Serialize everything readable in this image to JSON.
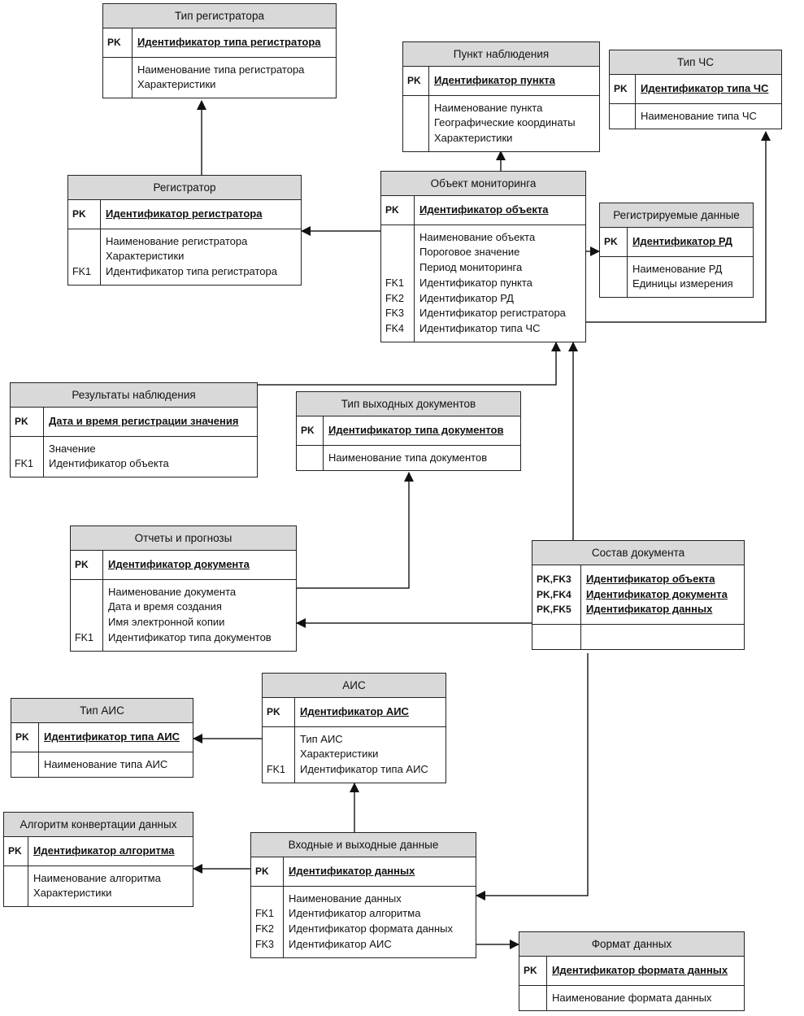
{
  "entities": {
    "tip_registratora": {
      "title": "Тип регистратора",
      "keys": [
        {
          "label": "PK",
          "name": "Идентификатор типа регистратора"
        }
      ],
      "attrs": [
        {
          "fk": "",
          "name": "Наименование типа регистратора"
        },
        {
          "fk": "",
          "name": "Характеристики"
        }
      ]
    },
    "punkt_nablyudeniya": {
      "title": "Пункт наблюдения",
      "keys": [
        {
          "label": "PK",
          "name": "Идентификатор пункта"
        }
      ],
      "attrs": [
        {
          "fk": "",
          "name": "Наименование пункта"
        },
        {
          "fk": "",
          "name": "Географические координаты"
        },
        {
          "fk": "",
          "name": "Характеристики"
        }
      ]
    },
    "tip_chs": {
      "title": "Тип ЧС",
      "keys": [
        {
          "label": "PK",
          "name": "Идентификатор типа ЧС"
        }
      ],
      "attrs": [
        {
          "fk": "",
          "name": "Наименование типа ЧС"
        }
      ]
    },
    "registrator": {
      "title": "Регистратор",
      "keys": [
        {
          "label": "PK",
          "name": "Идентификатор регистратора"
        }
      ],
      "attrs": [
        {
          "fk": "",
          "name": "Наименование регистратора"
        },
        {
          "fk": "",
          "name": "Характеристики"
        },
        {
          "fk": "FK1",
          "name": "Идентификатор типа регистратора"
        }
      ]
    },
    "obekt_monitoringa": {
      "title": "Объект мониторинга",
      "keys": [
        {
          "label": "PK",
          "name": "Идентификатор объекта"
        }
      ],
      "attrs": [
        {
          "fk": "",
          "name": "Наименование объекта"
        },
        {
          "fk": "",
          "name": "Пороговое значение"
        },
        {
          "fk": "",
          "name": "Период мониторинга"
        },
        {
          "fk": "FK1",
          "name": "Идентификатор пункта"
        },
        {
          "fk": "FK2",
          "name": "Идентификатор РД"
        },
        {
          "fk": "FK3",
          "name": "Идентификатор регистратора"
        },
        {
          "fk": "FK4",
          "name": "Идентификатор типа ЧС"
        }
      ]
    },
    "registriruemye_dannye": {
      "title": "Регистрируемые данные",
      "keys": [
        {
          "label": "PK",
          "name": "Идентификатор РД"
        }
      ],
      "attrs": [
        {
          "fk": "",
          "name": "Наименование РД"
        },
        {
          "fk": "",
          "name": "Единицы измерения"
        }
      ]
    },
    "rezultaty_nablyudeniya": {
      "title": "Результаты наблюдения",
      "keys": [
        {
          "label": "PK",
          "name": "Дата и время регистрации значения"
        }
      ],
      "attrs": [
        {
          "fk": "",
          "name": "Значение"
        },
        {
          "fk": "FK1",
          "name": "Идентификатор объекта"
        }
      ]
    },
    "tip_vyhodnyh_dokumentov": {
      "title": "Тип выходных документов",
      "keys": [
        {
          "label": "PK",
          "name": "Идентификатор типа документов"
        }
      ],
      "attrs": [
        {
          "fk": "",
          "name": "Наименование типа документов"
        }
      ]
    },
    "otchety_i_prognozy": {
      "title": "Отчеты и прогнозы",
      "keys": [
        {
          "label": "PK",
          "name": "Идентификатор документа"
        }
      ],
      "attrs": [
        {
          "fk": "",
          "name": "Наименование документа"
        },
        {
          "fk": "",
          "name": "Дата и время создания"
        },
        {
          "fk": "",
          "name": "Имя электронной копии"
        },
        {
          "fk": "FK1",
          "name": "Идентификатор типа документов"
        }
      ]
    },
    "sostav_dokumenta": {
      "title": "Состав документа",
      "keys": [
        {
          "label": "PK,FK3",
          "name": "Идентификатор объекта"
        },
        {
          "label": "PK,FK4",
          "name": "Идентификатор документа"
        },
        {
          "label": "PK,FK5",
          "name": "Идентификатор данных"
        }
      ],
      "attrs": [
        {
          "fk": "",
          "name": ""
        }
      ]
    },
    "ais": {
      "title": "АИС",
      "keys": [
        {
          "label": "PK",
          "name": "Идентификатор АИС"
        }
      ],
      "attrs": [
        {
          "fk": "",
          "name": "Тип АИС"
        },
        {
          "fk": "",
          "name": "Характеристики"
        },
        {
          "fk": "FK1",
          "name": "Идентификатор типа АИС"
        }
      ]
    },
    "tip_ais": {
      "title": "Тип АИС",
      "keys": [
        {
          "label": "PK",
          "name": "Идентификатор типа АИС"
        }
      ],
      "attrs": [
        {
          "fk": "",
          "name": "Наименование типа АИС"
        }
      ]
    },
    "algoritm": {
      "title": "Алгоритм конвертации данных",
      "keys": [
        {
          "label": "PK",
          "name": "Идентификатор алгоритма"
        }
      ],
      "attrs": [
        {
          "fk": "",
          "name": "Наименование алгоритма"
        },
        {
          "fk": "",
          "name": "Характеристики"
        }
      ]
    },
    "vhodnye_vyhodnye": {
      "title": "Входные и выходные данные",
      "keys": [
        {
          "label": "PK",
          "name": "Идентификатор данных"
        }
      ],
      "attrs": [
        {
          "fk": "",
          "name": "Наименование данных"
        },
        {
          "fk": "FK1",
          "name": "Идентификатор алгоритма"
        },
        {
          "fk": "FK2",
          "name": "Идентификатор формата данных"
        },
        {
          "fk": "FK3",
          "name": "Идентификатор АИС"
        }
      ]
    },
    "format_dannyh": {
      "title": "Формат данных",
      "keys": [
        {
          "label": "PK",
          "name": "Идентификатор формата данных"
        }
      ],
      "attrs": [
        {
          "fk": "",
          "name": "Наименование формата данных"
        }
      ]
    }
  },
  "relationships": [
    {
      "from": "registrator",
      "to": "tip_registratora"
    },
    {
      "from": "obekt_monitoringa",
      "to": "registrator"
    },
    {
      "from": "obekt_monitoringa",
      "to": "punkt_nablyudeniya"
    },
    {
      "from": "obekt_monitoringa",
      "to": "registriruemye_dannye"
    },
    {
      "from": "obekt_monitoringa",
      "to": "tip_chs"
    },
    {
      "from": "rezultaty_nablyudeniya",
      "to": "obekt_monitoringa"
    },
    {
      "from": "sostav_dokumenta",
      "to": "obekt_monitoringa"
    },
    {
      "from": "otchety_i_prognozy",
      "to": "tip_vyhodnyh_dokumentov"
    },
    {
      "from": "sostav_dokumenta",
      "to": "otchety_i_prognozy"
    },
    {
      "from": "sostav_dokumenta",
      "to": "vhodnye_vyhodnye"
    },
    {
      "from": "ais",
      "to": "tip_ais"
    },
    {
      "from": "vhodnye_vyhodnye",
      "to": "ais"
    },
    {
      "from": "vhodnye_vyhodnye",
      "to": "algoritm"
    },
    {
      "from": "vhodnye_vyhodnye",
      "to": "format_dannyh"
    }
  ]
}
